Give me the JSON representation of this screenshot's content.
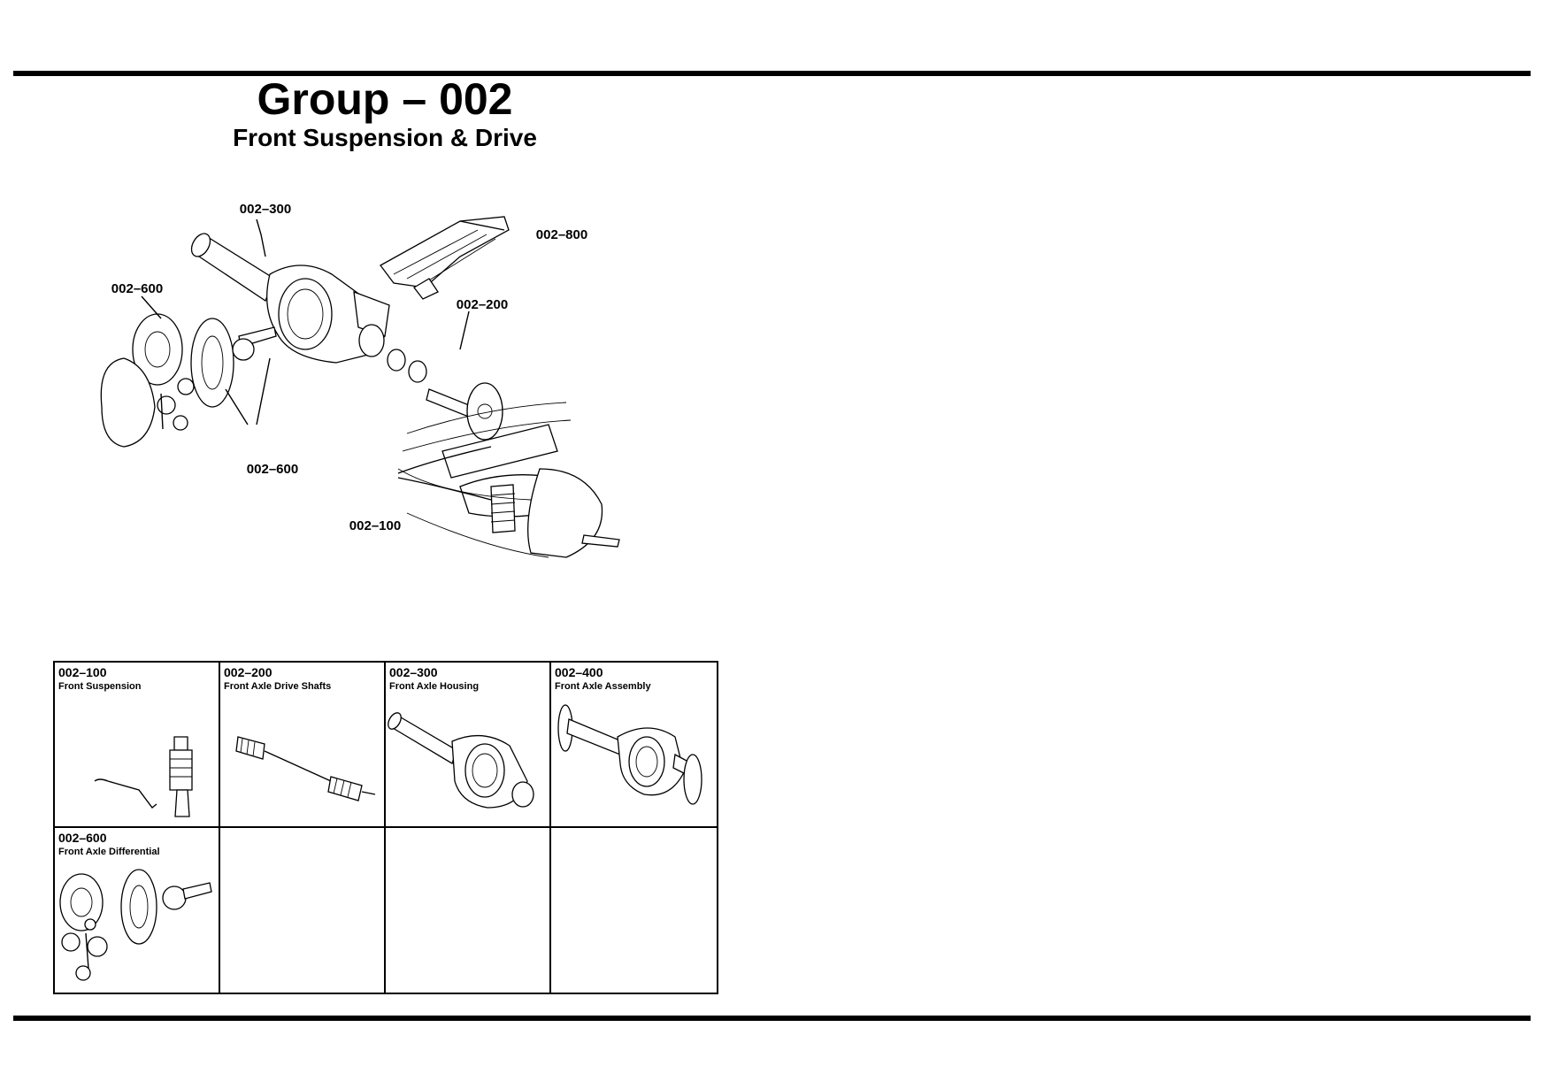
{
  "header": {
    "group_title": "Group – 002",
    "group_subtitle": "Front Suspension & Drive"
  },
  "diagram": {
    "callouts": [
      {
        "id": "c300",
        "label": "002–300"
      },
      {
        "id": "c800",
        "label": "002–800"
      },
      {
        "id": "c600a",
        "label": "002–600"
      },
      {
        "id": "c200",
        "label": "002–200"
      },
      {
        "id": "c600b",
        "label": "002–600"
      },
      {
        "id": "c100",
        "label": "002–100"
      }
    ]
  },
  "index": {
    "cells": [
      {
        "code": "002–100",
        "name": "Front Suspension",
        "icon": "front-suspension-thumbnail"
      },
      {
        "code": "002–200",
        "name": "Front Axle Drive Shafts",
        "icon": "drive-shaft-thumbnail"
      },
      {
        "code": "002–300",
        "name": "Front Axle Housing",
        "icon": "axle-housing-thumbnail"
      },
      {
        "code": "002–400",
        "name": "Front Axle Assembly",
        "icon": "axle-assembly-thumbnail"
      },
      {
        "code": "002–600",
        "name": "Front Axle Differential",
        "icon": "differential-thumbnail"
      },
      {
        "code": "",
        "name": ""
      },
      {
        "code": "",
        "name": ""
      },
      {
        "code": "",
        "name": ""
      }
    ]
  }
}
